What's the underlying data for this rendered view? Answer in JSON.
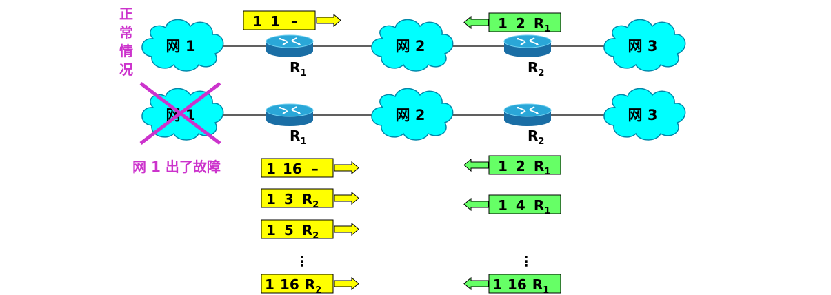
{
  "colors": {
    "cloud_fill": "#00ffff",
    "yellow": "#ffff00",
    "green": "#66ff66",
    "magenta": "#cc33cc",
    "line": "#000000",
    "router_top": "#2aa7d8",
    "router_side": "#1a6ea5"
  },
  "normal_case": {
    "label_chars": [
      "正",
      "常",
      "情",
      "况"
    ],
    "net1": "网 1",
    "net2": "网 2",
    "net3": "网 3",
    "r1": {
      "main": "R",
      "sub": "1"
    },
    "r2": {
      "main": "R",
      "sub": "2"
    },
    "update_from_r1": {
      "parts": [
        "1",
        "1",
        "–"
      ],
      "sub": ""
    },
    "update_from_r2": {
      "parts": [
        "1",
        "2",
        "R"
      ],
      "sub": "1"
    }
  },
  "fault_case": {
    "net1": "网 1",
    "net2": "网 2",
    "net3": "网 3",
    "fault_text": "网 1 出了故障",
    "r1": {
      "main": "R",
      "sub": "1"
    },
    "r2": {
      "main": "R",
      "sub": "2"
    },
    "ellipsis": "⋮",
    "r1_updates": [
      {
        "parts": [
          "1",
          "16",
          "–"
        ],
        "sub": ""
      },
      {
        "parts": [
          "1",
          "3",
          "R"
        ],
        "sub": "2"
      },
      {
        "parts": [
          "1",
          "5",
          "R"
        ],
        "sub": "2"
      },
      {
        "parts": [
          "1",
          "16",
          "R"
        ],
        "sub": "2"
      }
    ],
    "r2_updates": [
      {
        "parts": [
          "1",
          "2",
          "R"
        ],
        "sub": "1"
      },
      {
        "parts": [
          "1",
          "4",
          "R"
        ],
        "sub": "1"
      },
      {
        "parts": [
          "1",
          "16",
          "R"
        ],
        "sub": "1"
      }
    ]
  }
}
